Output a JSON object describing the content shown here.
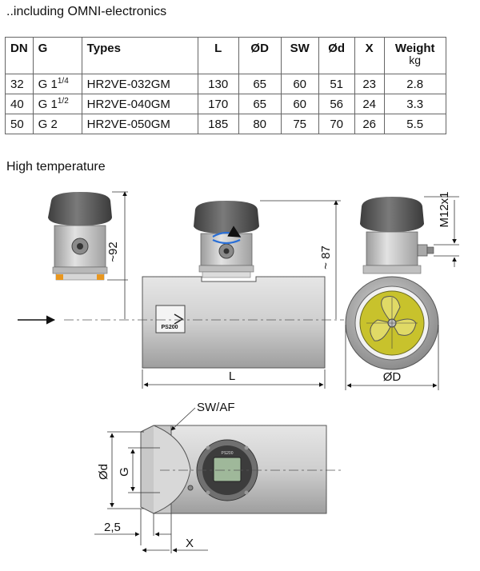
{
  "heading_electronics": "..including OMNI-electronics",
  "heading_high_temp": "High temperature",
  "table": {
    "headers": [
      "DN",
      "G",
      "Types",
      "L",
      "ØD",
      "SW",
      "Ød",
      "X",
      "Weight"
    ],
    "weight_unit": "kg",
    "rows": [
      {
        "dn": "32",
        "g_main": "G 1",
        "g_frac": "1/4",
        "type": "HR2VE-032GM",
        "l": "130",
        "od_big": "65",
        "sw": "60",
        "od_small": "51",
        "x": "23",
        "weight": "2.8"
      },
      {
        "dn": "40",
        "g_main": "G 1",
        "g_frac": "1/2",
        "type": "HR2VE-040GM",
        "l": "170",
        "od_big": "65",
        "sw": "60",
        "od_small": "56",
        "x": "24",
        "weight": "3.3"
      },
      {
        "dn": "50",
        "g_main": "G 2",
        "g_frac": "",
        "type": "HR2VE-050GM",
        "l": "185",
        "od_big": "80",
        "sw": "75",
        "od_small": "70",
        "x": "26",
        "weight": "5.5"
      }
    ]
  },
  "drawing_labels": {
    "dim_92": "~92",
    "dim_87": "~ 87",
    "thread": "M12x1",
    "length": "L",
    "outer_diameter": "ØD",
    "sw_af": "SW/AF",
    "inner_diameter": "Ød",
    "g": "G",
    "offset": "2,5",
    "x": "X",
    "plate": "PS200",
    "display_brand": "PS200"
  },
  "colors": {
    "body_metal": "#c4c4c4",
    "cap_dark": "#555555",
    "rotor_yellow": "#c8c22c",
    "orange_nut": "#e8961e",
    "display_green": "#9fb89a"
  }
}
